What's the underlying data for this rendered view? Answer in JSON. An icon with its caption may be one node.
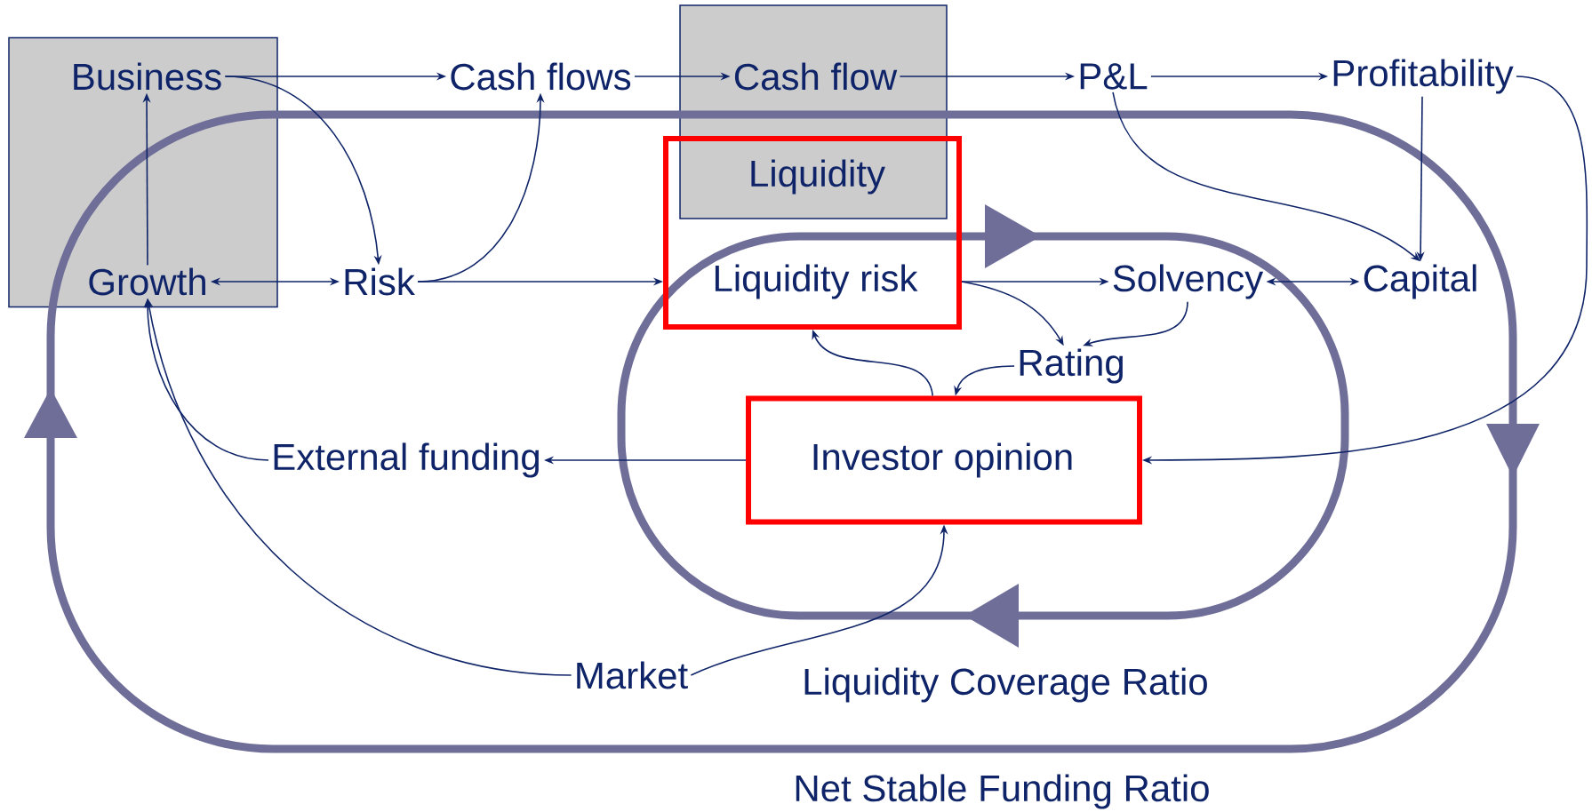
{
  "diagram": {
    "nodes": [
      {
        "text": [],
        "shape": "box"
      },
      {
        "text": [
          "Business"
        ],
        "in": 0
      },
      {
        "text": [
          "Growth"
        ],
        "in": 0
      },
      {
        "text": [
          "Risk"
        ]
      },
      {
        "text": [
          "Cash flows"
        ]
      },
      {
        "text": [],
        "shape": "box"
      },
      {
        "text": [
          "Cash flow"
        ],
        "in": 5
      },
      {
        "text": [
          "Liquidity"
        ]
      },
      {
        "text": [
          "Liquidity risk"
        ]
      },
      {
        "text": [
          "P&L"
        ]
      },
      {
        "text": [
          "Profitability"
        ]
      },
      {
        "text": [
          "Solvency"
        ]
      },
      {
        "text": [
          "Capital"
        ]
      },
      {
        "text": [
          "Rating"
        ]
      },
      {
        "text": [
          "External funding"
        ]
      },
      {
        "text": [
          "Investor opinion"
        ]
      },
      {
        "text": [
          "Market"
        ]
      }
    ],
    "edges": [
      {
        "from": 1,
        "to": 4,
        "arrow": "to"
      },
      {
        "from": 1,
        "to": 3,
        "arrow": "to"
      },
      {
        "from": 4,
        "to": 6,
        "arrow": "to"
      },
      {
        "from": 6,
        "to": 9,
        "arrow": "to"
      },
      {
        "from": 9,
        "to": 10,
        "arrow": "to"
      },
      {
        "from": 2,
        "to": 1,
        "arrow": "to"
      },
      {
        "from": 2,
        "to": 3,
        "arrow": "both"
      },
      {
        "from": 3,
        "to": 4,
        "arrow": "to"
      },
      {
        "from": 3,
        "to": 8,
        "arrow": "to"
      },
      {
        "from": 9,
        "to": 12,
        "arrow": "to"
      },
      {
        "from": 10,
        "to": 12,
        "arrow": "to"
      },
      {
        "from": 8,
        "to": 11,
        "arrow": "to"
      },
      {
        "from": 8,
        "to": 13,
        "arrow": "to"
      },
      {
        "from": 11,
        "to": 13,
        "arrow": "to"
      },
      {
        "from": 11,
        "to": 12,
        "arrow": "both"
      },
      {
        "from": 15,
        "to": 8,
        "arrow": "to"
      },
      {
        "from": 13,
        "to": 15,
        "arrow": "to"
      },
      {
        "from": 10,
        "to": 15,
        "arrow": "to"
      },
      {
        "from": 15,
        "to": 14,
        "arrow": "to"
      },
      {
        "from": 14,
        "to": 2,
        "arrow": "to"
      },
      {
        "from": 16,
        "to": 2,
        "arrow": "to"
      },
      {
        "from": 16,
        "to": 15,
        "arrow": "to"
      }
    ],
    "labels": [
      "Liquidity Coverage Ratio",
      "Net Stable Funding Ratio"
    ]
  }
}
